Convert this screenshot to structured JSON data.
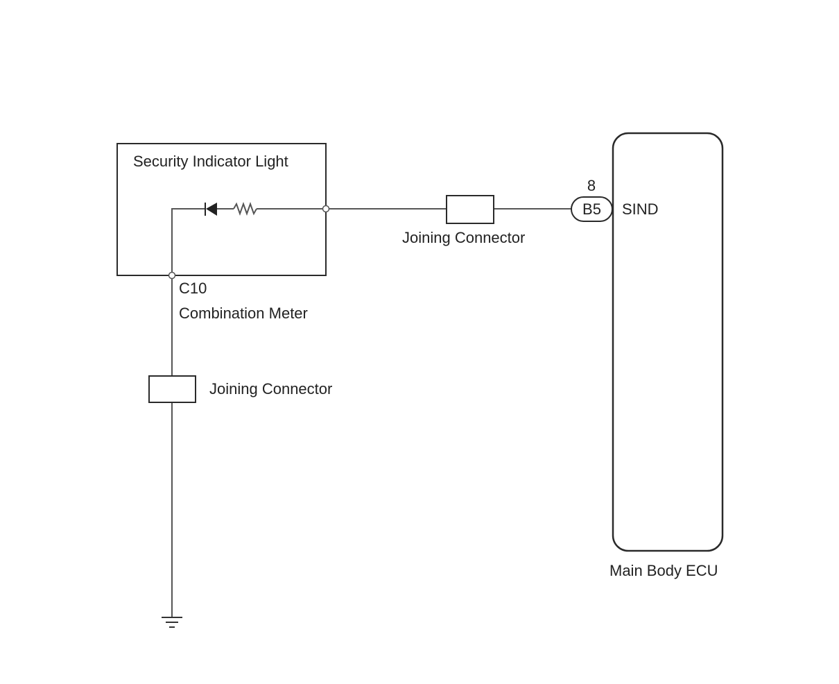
{
  "diagram": {
    "combination_meter": {
      "inner_label": "Security Indicator Light",
      "connector_code": "C10",
      "name": "Combination Meter"
    },
    "joining_connector_top": {
      "label": "Joining Connector"
    },
    "joining_connector_left": {
      "label": "Joining Connector"
    },
    "ecu_connector": {
      "pin": "8",
      "code": "B5",
      "signal": "SIND"
    },
    "main_body_ecu": {
      "name": "Main Body ECU"
    }
  }
}
